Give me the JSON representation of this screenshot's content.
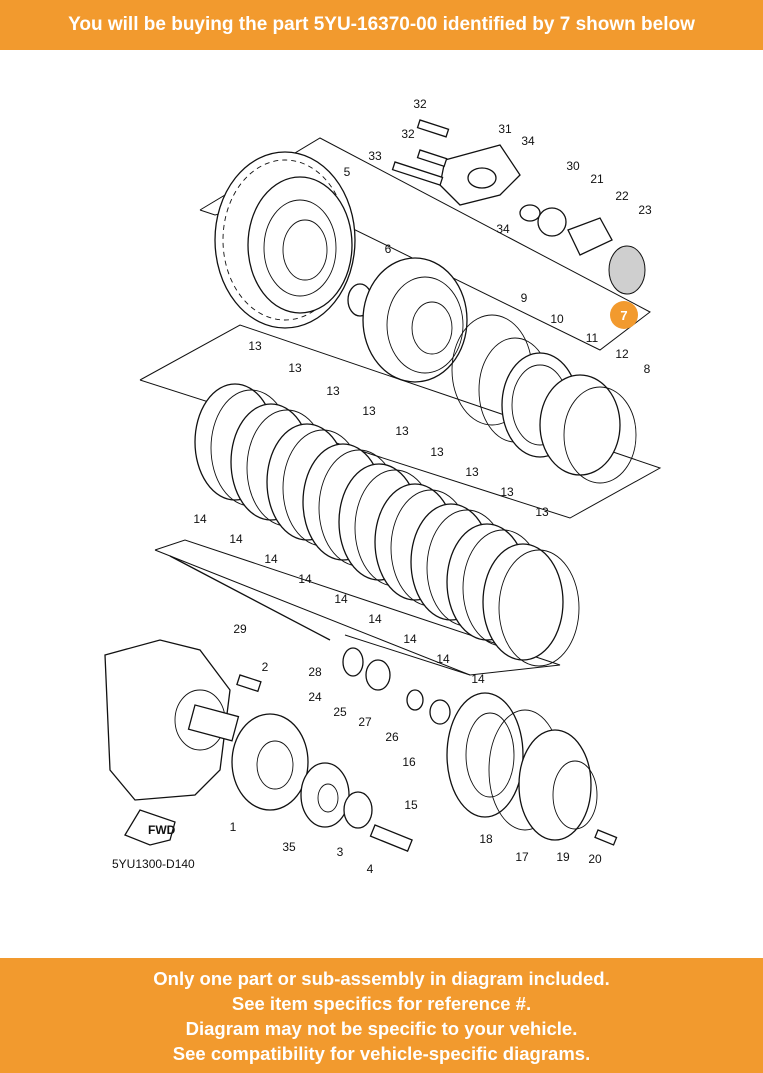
{
  "header": {
    "text": "You will be buying the part 5YU-16370-00 identified by 7 shown below"
  },
  "footer": {
    "lines": [
      "Only one part or sub-assembly in diagram included.",
      "See item specifics for reference #.",
      "Diagram may not be specific to your vehicle.",
      "See compatibility for vehicle-specific diagrams."
    ]
  },
  "diagram": {
    "code": "5YU1300-D140",
    "fwd_label": "FWD",
    "highlight_color": "#f29a2e",
    "banner_color": "#f29a2e",
    "highlight": {
      "label": "7"
    },
    "callouts": [
      "32",
      "31",
      "34",
      "32",
      "33",
      "30",
      "21",
      "22",
      "23",
      "5",
      "34",
      "6",
      "9",
      "10",
      "11",
      "12",
      "8",
      "13",
      "13",
      "13",
      "13",
      "13",
      "13",
      "13",
      "13",
      "13",
      "14",
      "14",
      "14",
      "14",
      "14",
      "14",
      "14",
      "14",
      "14",
      "29",
      "2",
      "28",
      "24",
      "25",
      "27",
      "26",
      "16",
      "15",
      "18",
      "17",
      "19",
      "20",
      "1",
      "35",
      "3",
      "4"
    ]
  }
}
